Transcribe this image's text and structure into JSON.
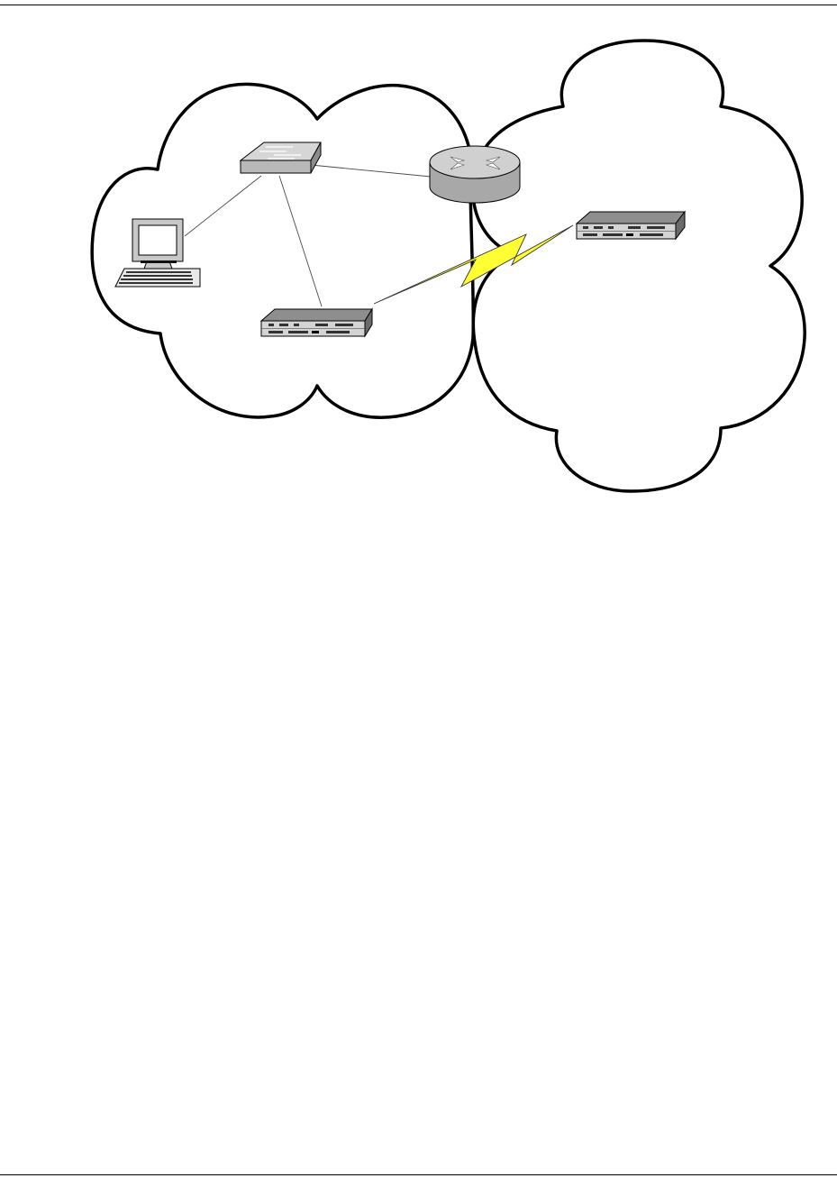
{
  "colors": {
    "outline": "#000000",
    "link": "#4a4a4a",
    "wireless_link": "#ffff33",
    "device_body": "#c8c8c8",
    "device_dark": "#5a5a5a",
    "screen": "#ffffff"
  },
  "nodes": [
    {
      "id": "workstation",
      "icon": "workstation-icon"
    },
    {
      "id": "switch",
      "icon": "switch-icon"
    },
    {
      "id": "router",
      "icon": "router-icon"
    },
    {
      "id": "local-appliance",
      "icon": "rack-appliance-icon"
    },
    {
      "id": "remote-appliance",
      "icon": "rack-appliance-icon"
    }
  ],
  "links": [
    {
      "from": "workstation",
      "to": "switch",
      "kind": "wired"
    },
    {
      "from": "switch",
      "to": "router",
      "kind": "wired"
    },
    {
      "from": "switch",
      "to": "local-appliance",
      "kind": "wired"
    },
    {
      "from": "local-appliance",
      "to": "remote-appliance",
      "kind": "wireless"
    }
  ],
  "clouds": [
    {
      "id": "local-network"
    },
    {
      "id": "remote-network"
    }
  ]
}
